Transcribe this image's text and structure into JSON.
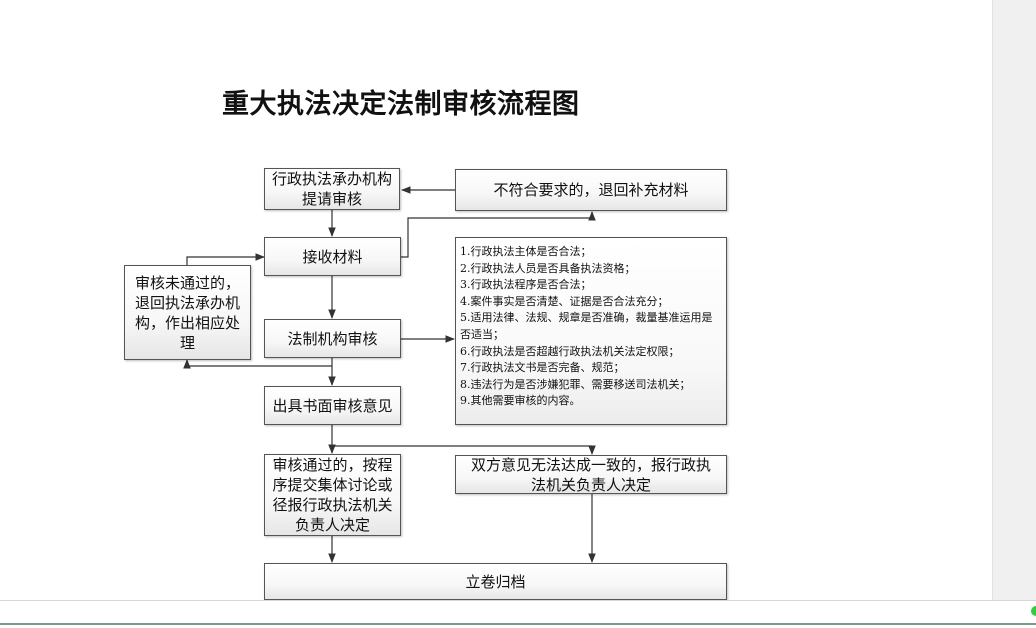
{
  "diagram": {
    "title": "重大执法决定法制审核流程图",
    "nodes": {
      "submit": "行政执法承办机构\n提请审核",
      "return_materials": "不符合要求的，退回补充材料",
      "receive": "接收材料",
      "rejected": "审核未通过的，\n退回执法承办机\n构，作出相应处\n理",
      "review": "法制机构审核",
      "opinion": "出具书面审核意见",
      "approved": "审核通过的，按程\n序提交集体讨论或\n径报行政执法机关\n负责人决定",
      "disagree": "双方意见无法达成一致的，报行政执\n法机关负责人决定",
      "archive": "立卷归档"
    },
    "checklist": [
      "1.行政执法主体是否合法；",
      "2.行政执法人员是否具备执法资格；",
      "3.行政执法程序是否合法；",
      "4.案件事实是否清楚、证据是否合法充分；",
      "5.适用法律、法规、规章是否准确，裁量基准运用是否适当；",
      "6.行政执法是否超越行政执法机关法定权限；",
      "7.行政执法文书是否完备、规范；",
      "8.违法行为是否涉嫌犯罪、需要移送司法机关；",
      "9.其他需要审核的内容。"
    ]
  }
}
